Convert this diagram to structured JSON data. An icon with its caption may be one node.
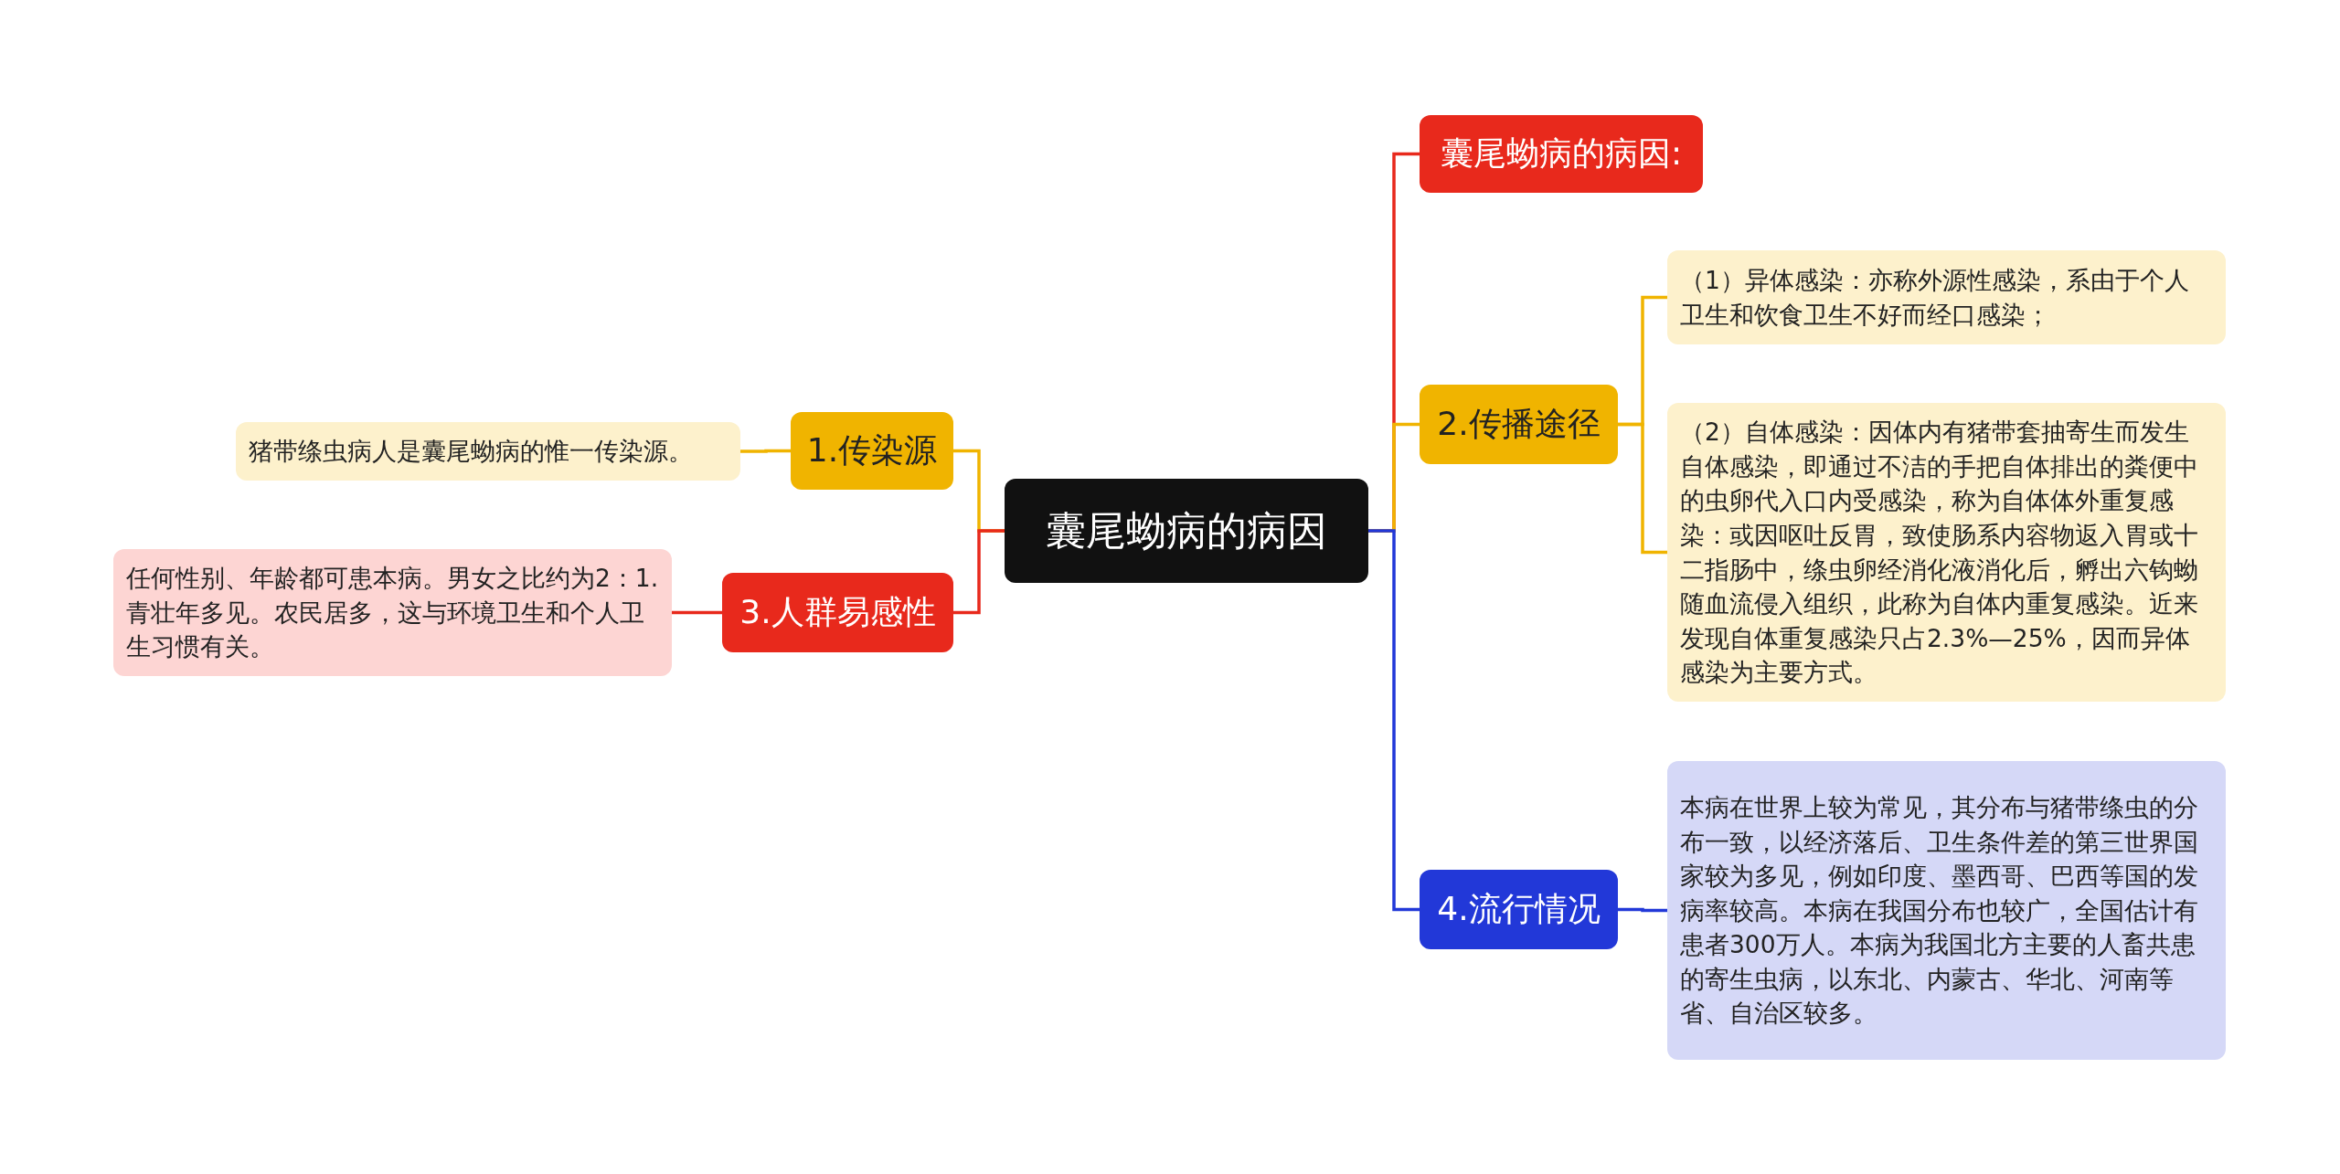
{
  "diagram": {
    "nodes": [
      {
        "text": [
          "囊尾蚴病的病因"
        ]
      },
      {
        "text": [
          "囊尾蚴病的病因:"
        ]
      },
      {
        "text": [
          "2.传播途径"
        ]
      },
      {
        "text": [
          "（1）异体感染：亦称外源性感染，系由于个人卫生和饮食卫生不好而经口感染；"
        ]
      },
      {
        "text": [
          "（2）自体感染：因体内有猪带套抽寄生而发生自体感染，即通过不洁的手把自体排出的粪便中的虫卵代入口内受感染，称为自体体外重复感染：或因呕吐反胃，致使肠系内容物返入胃或十二指肠中，绦虫卵经消化液消化后，孵出六钩蚴随血流侵入组织，此称为自体内重复感染。近来发现自体重复感染只占2.3%—25%，因而异体感染为主要方式。"
        ]
      },
      {
        "text": [
          "4.流行情况"
        ]
      },
      {
        "text": [
          "本病在世界上较为常见，其分布与猪带绦虫的分布一致，以经济落后、卫生条件差的第三世界国家较为多见，例如印度、墨西哥、巴西等国的发病率较高。本病在我国分布也较广，全国估计有患者300万人。本病为我国北方主要的人畜共患的寄生虫病，以东北、内蒙古、华北、河南等省、自治区较多。"
        ]
      },
      {
        "text": [
          "1.传染源"
        ]
      },
      {
        "text": [
          "猪带绦虫病人是囊尾蚴病的惟一传染源。"
        ]
      },
      {
        "text": [
          "3.人群易感性"
        ]
      },
      {
        "text": [
          "任何性别、年龄都可患本病。男女之比约为2：1.青壮年多见。农民居多，这与环境卫生和个人卫生习惯有关。"
        ]
      }
    ],
    "edges": [
      {
        "from": 0,
        "to": 1,
        "arrow": "none",
        "color": "#e8291c"
      },
      {
        "from": 0,
        "to": 2,
        "arrow": "none",
        "color": "#f0b400"
      },
      {
        "from": 2,
        "to": 3,
        "arrow": "none",
        "color": "#f0b400"
      },
      {
        "from": 2,
        "to": 4,
        "arrow": "none",
        "color": "#f0b400"
      },
      {
        "from": 0,
        "to": 5,
        "arrow": "none",
        "color": "#2238d8"
      },
      {
        "from": 5,
        "to": 6,
        "arrow": "none",
        "color": "#2238d8"
      },
      {
        "from": 0,
        "to": 7,
        "arrow": "none",
        "color": "#f0b400"
      },
      {
        "from": 7,
        "to": 8,
        "arrow": "none",
        "color": "#f0b400"
      },
      {
        "from": 0,
        "to": 9,
        "arrow": "none",
        "color": "#e8291c"
      },
      {
        "from": 9,
        "to": 10,
        "arrow": "none",
        "color": "#e8291c"
      }
    ]
  }
}
